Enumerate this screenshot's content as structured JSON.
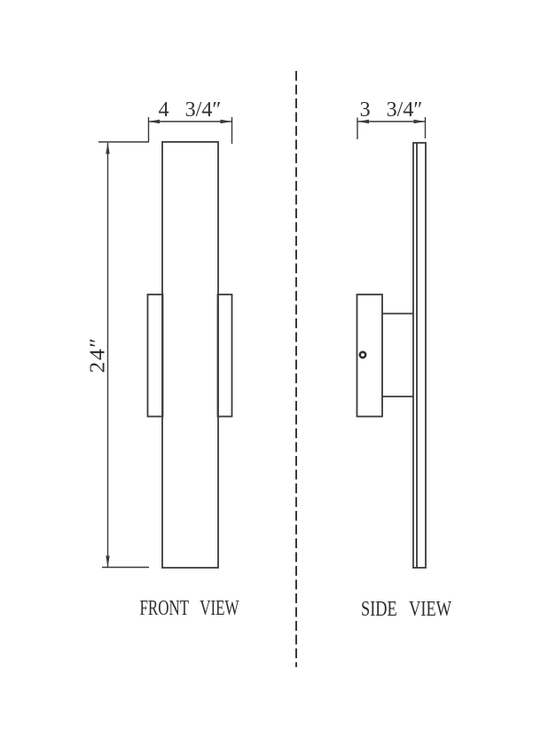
{
  "page": {
    "background": "#ffffff",
    "line_color": "#3a3a3a",
    "text_color": "#2e2e2e"
  },
  "front_view": {
    "label": "FRONT VIEW",
    "width_dimension": "4 3/4″",
    "height_dimension": "24″"
  },
  "side_view": {
    "label": "SIDE VIEW",
    "depth_dimension": "3 3/4″"
  }
}
